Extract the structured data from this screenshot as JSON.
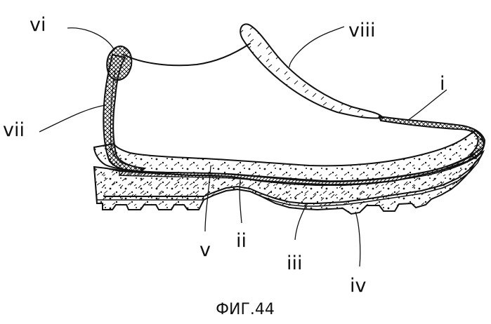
{
  "figure": {
    "caption": "ФИГ.44",
    "labels": {
      "i": "i",
      "ii": "ii",
      "iii": "iii",
      "iv": "iv",
      "v": "v",
      "vi": "vi",
      "vii": "vii",
      "viii": "viii"
    }
  }
}
